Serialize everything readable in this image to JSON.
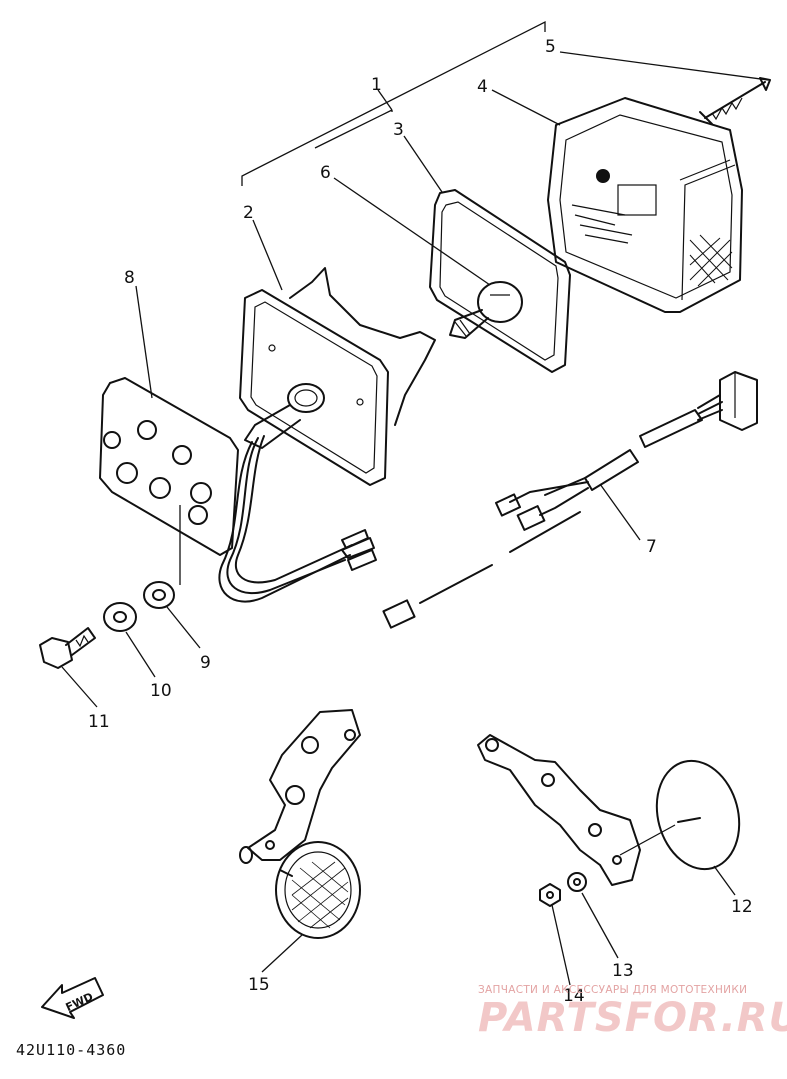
{
  "labels": {
    "p1": "1",
    "p2": "2",
    "p3": "3",
    "p4": "4",
    "p5": "5",
    "p6": "6",
    "p7": "7",
    "p8": "8",
    "p9": "9",
    "p10": "10",
    "p11": "11",
    "p12": "12",
    "p13": "13",
    "p14": "14",
    "p15": "15"
  },
  "fwd_arrow": "FWD",
  "drawing_code": "42U110-4360",
  "watermark": {
    "tagline": "ЗАПЧАСТИ И АКСЕССУАРЫ ДЛЯ МОТОТЕХНИКИ",
    "brand": "PARTSFOR.RU"
  }
}
